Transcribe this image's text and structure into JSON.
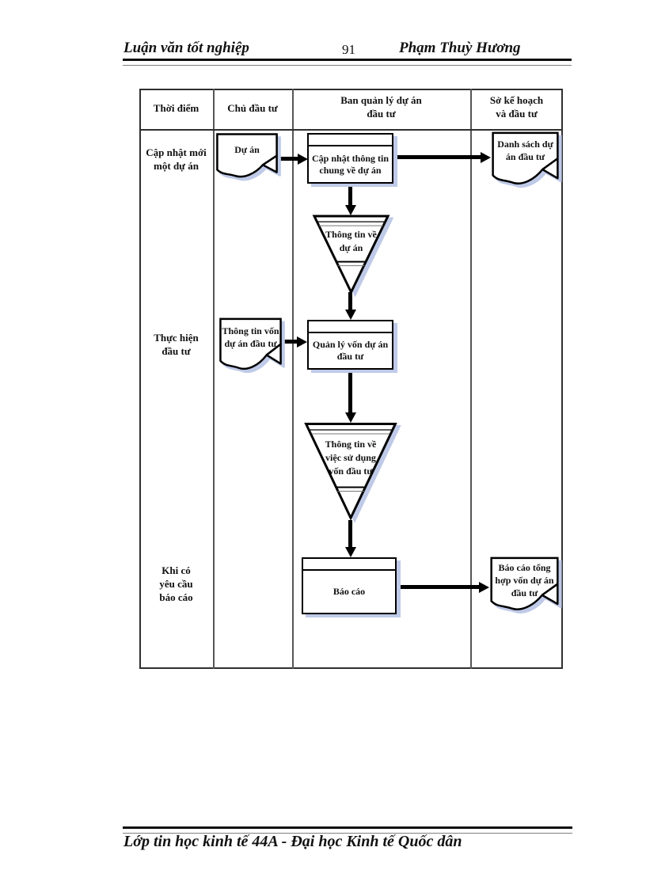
{
  "header": {
    "title": "Luận văn tốt nghiệp",
    "page_number": "91",
    "author": "Phạm Thuỳ Hương"
  },
  "footer": {
    "text": "Lớp tin học kinh tế 44A - Đại học Kinh tế Quốc dân"
  },
  "table": {
    "headers": {
      "col1": "Thời điểm",
      "col2": "Chủ đầu tư",
      "col3_line1": "Ban quản lý dự án",
      "col3_line2": "đầu tư",
      "col4_line1": "Sở kế hoạch",
      "col4_line2": "và đầu tư"
    },
    "row_labels": {
      "row1_line1": "Cập nhật mới",
      "row1_line2": "một dự án",
      "row2_line1": "Thực hiện",
      "row2_line2": "đầu tư",
      "row3_line1": "Khi có",
      "row3_line2": "yêu cầu",
      "row3_line3": "báo cáo"
    }
  },
  "flowchart": {
    "doc_du_an": {
      "line1": "Dự án"
    },
    "proc_cap_nhat": {
      "line1": "Cập nhật thông tin",
      "line2": "chung về dự án"
    },
    "doc_danh_sach": {
      "line1": "Danh sách dự",
      "line2": "án đầu tư"
    },
    "store_du_an": {
      "line1": "Thông tin về",
      "line2": "dự án"
    },
    "doc_von": {
      "line1": "Thông tin vốn",
      "line2": "dự án đầu tư"
    },
    "proc_quan_ly": {
      "line1": "Quản lý vốn dự án",
      "line2": "đầu tư"
    },
    "store_von": {
      "line1": "Thông tin về",
      "line2": "việc sử dụng",
      "line3": "vốn đầu tư"
    },
    "proc_bao_cao": {
      "line1": "Báo cáo"
    },
    "doc_tong_hop": {
      "line1": "Báo cáo tổng",
      "line2": "hợp vốn dự án",
      "line3": "đầu tư"
    }
  },
  "colors": {
    "shape_shadow": "#bfcae8",
    "line": "#000000",
    "table_border": "#2f2f2f"
  }
}
